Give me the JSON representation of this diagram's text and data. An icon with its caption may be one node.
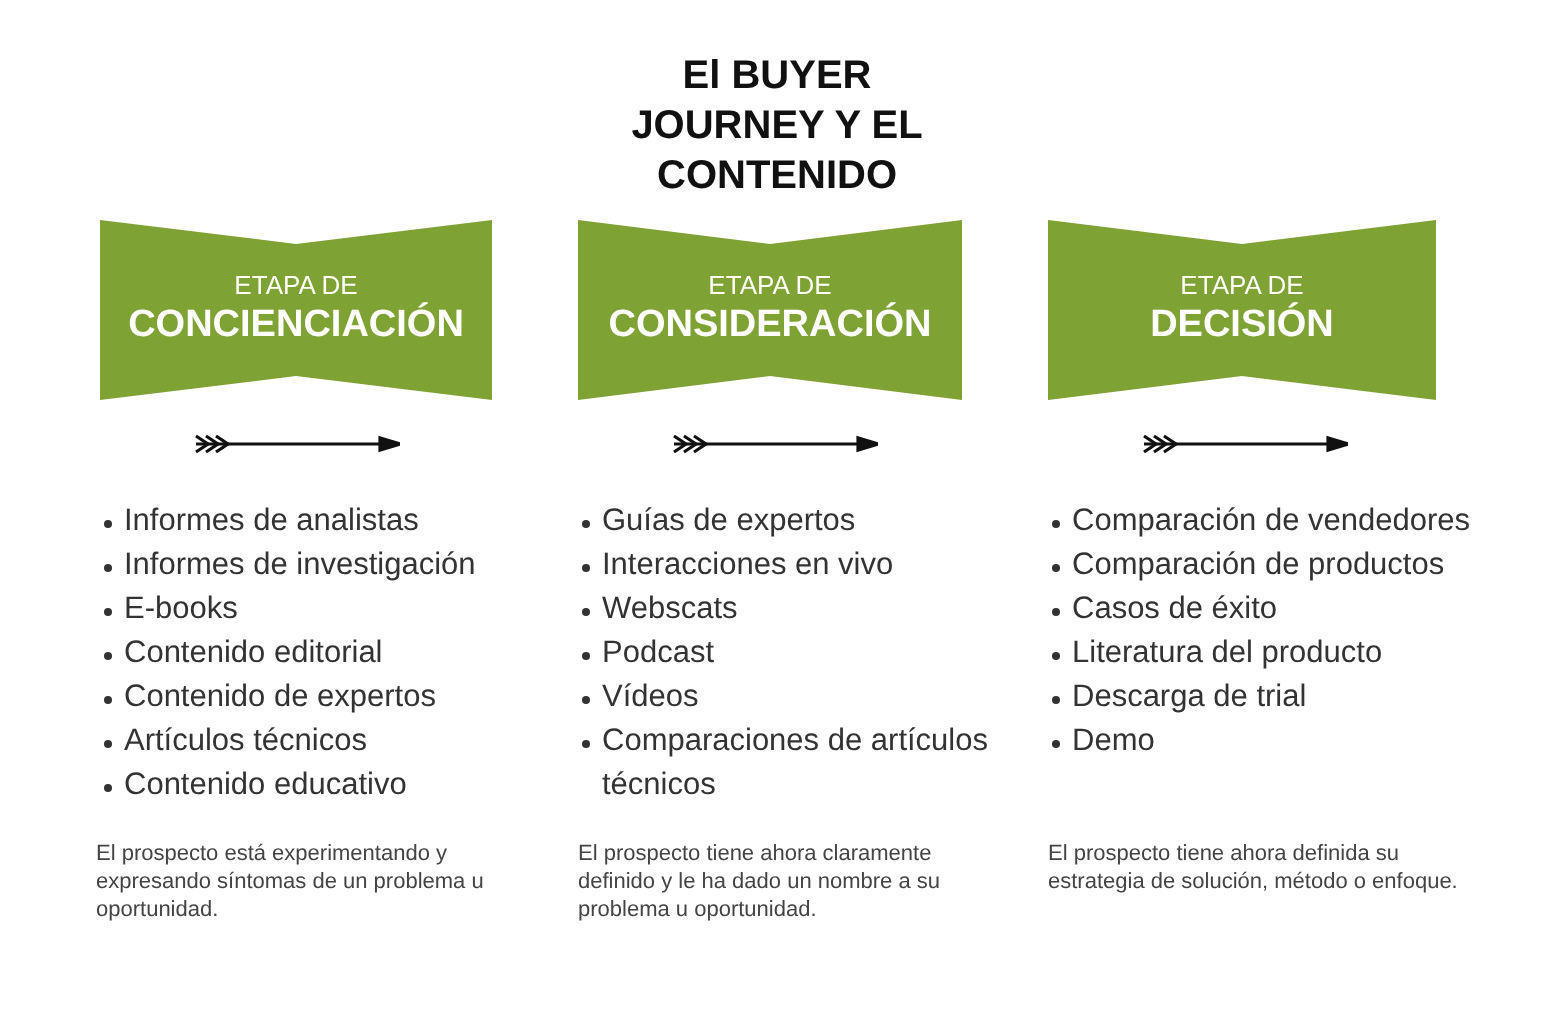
{
  "diagram": {
    "title": "El BUYER JOURNEY Y EL CONTENIDO",
    "nodes": [
      {
        "text": [
          "ETAPA DE",
          "CONCIENCIACIÓN"
        ]
      },
      {
        "text": [
          "ETAPA DE",
          "CONSIDERACIÓN"
        ]
      },
      {
        "text": [
          "ETAPA DE",
          "DECISIÓN"
        ]
      }
    ],
    "labels": [
      "Informes de analistas",
      "Informes de investigación",
      "E-books",
      "Contenido editorial",
      "Contenido de expertos",
      "Artículos técnicos",
      "Contenido educativo",
      "El prospecto está experimentando y expresando síntomas de un problema u oportunidad.",
      "Guías de expertos",
      "Interacciones en vivo",
      "Webscats",
      "Podcast",
      "Vídeos",
      "Comparaciones de artículos técnicos",
      "El prospecto tiene ahora claramente definido y le ha dado un nombre a su problema u oportunidad.",
      "Comparación de vendedores",
      "Comparación de productos",
      "Casos de éxito",
      "Literatura del producto",
      "Descarga de trial",
      "Demo",
      "El prospecto tiene ahora definida su estrategia de solución, método o enfoque."
    ]
  }
}
